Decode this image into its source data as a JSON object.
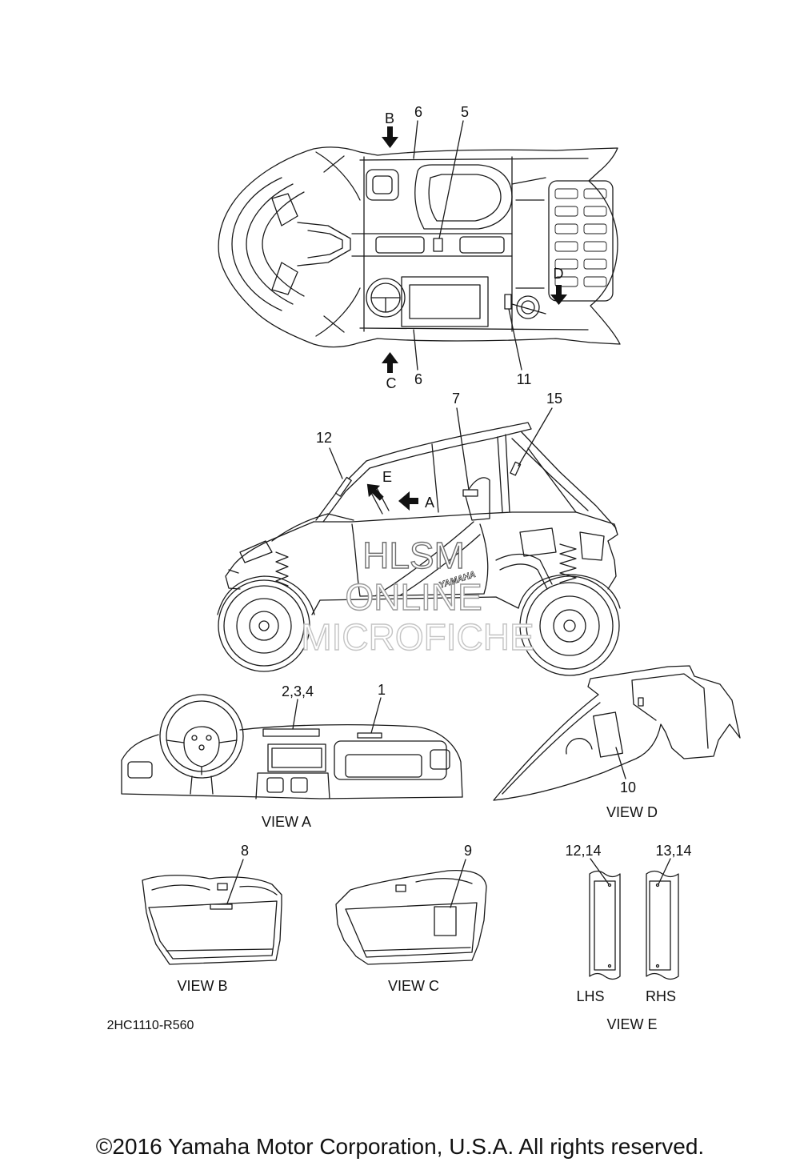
{
  "top_view": {
    "arrow_b": "B",
    "callout_6_upper": "6",
    "callout_5": "5",
    "arrow_d": "D",
    "arrow_c": "C",
    "callout_6_lower": "6",
    "callout_11": "11"
  },
  "side_view": {
    "callout_7": "7",
    "callout_15": "15",
    "callout_12": "12",
    "arrow_e": "E",
    "arrow_a": "A",
    "logo": "YAMAHA"
  },
  "watermark": {
    "line1": "HLSM",
    "line2": "ONLINE",
    "line3": "MICROFICHE"
  },
  "view_a": {
    "title": "VIEW A",
    "callout_2_3_4": "2,3,4",
    "callout_1": "1"
  },
  "view_d": {
    "title": "VIEW D",
    "callout_10": "10"
  },
  "view_b": {
    "title": "VIEW B",
    "callout_8": "8"
  },
  "view_c": {
    "title": "VIEW C",
    "callout_9": "9"
  },
  "view_e": {
    "title": "VIEW E",
    "callout_lhs": "12,14",
    "callout_rhs": "13,14",
    "lhs_label": "LHS",
    "rhs_label": "RHS"
  },
  "diagram_code": "2HC1110-R560",
  "copyright": "©2016 Yamaha Motor Corporation, U.S.A. All rights reserved.",
  "colors": {
    "line": "#1a1a1a",
    "watermark": "#8a8a8a",
    "background": "#ffffff"
  }
}
